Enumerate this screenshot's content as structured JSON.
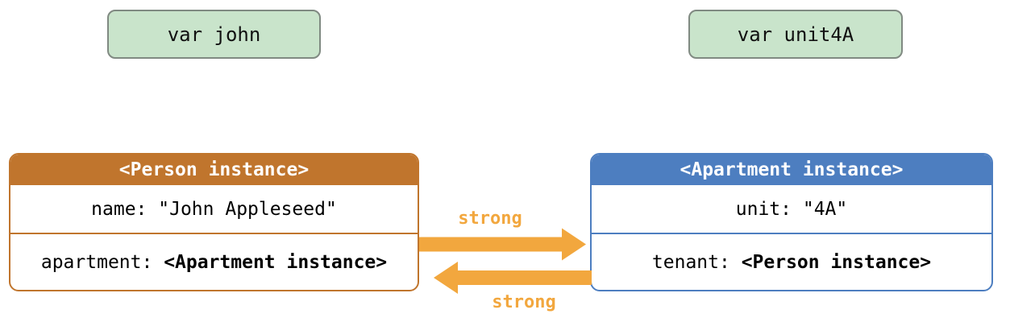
{
  "diagram": {
    "variables": {
      "john": {
        "label": "var john"
      },
      "unit4A": {
        "label": "var unit4A"
      }
    },
    "person_instance": {
      "title": "<Person instance>",
      "rows": [
        {
          "label": "name: ",
          "value": "\"John Appleseed\""
        },
        {
          "label": "apartment: ",
          "value": "<Apartment instance>"
        }
      ]
    },
    "apartment_instance": {
      "title": "<Apartment instance>",
      "rows": [
        {
          "label": "unit: ",
          "value": "\"4A\""
        },
        {
          "label": "tenant: ",
          "value": "<Person instance>"
        }
      ]
    },
    "arrows": {
      "top": {
        "label": "strong",
        "direction": "left-to-right"
      },
      "bottom": {
        "label": "strong",
        "direction": "right-to-left"
      }
    },
    "colors": {
      "background": "#ffffff",
      "var_fill": "#c9e4cb",
      "var_border": "#808a82",
      "person_accent": "#c0752d",
      "apartment_accent": "#4d7ec0",
      "header_text": "#ffffff",
      "body_text": "#000000",
      "arrow": "#f2a73e"
    }
  }
}
